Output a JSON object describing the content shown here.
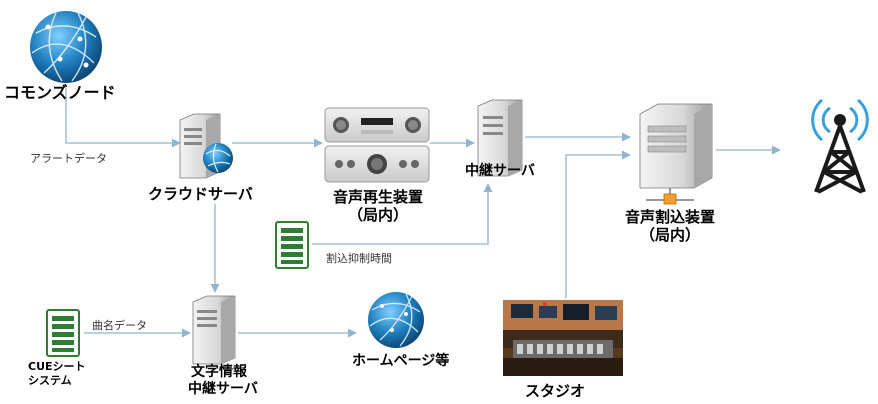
{
  "nodes": {
    "commons_node": "コモンズノード",
    "cloud_server": "クラウドサーバ",
    "audio_player": {
      "line1": "音声再生装置",
      "line2": "（局内）"
    },
    "relay_server": "中継サーバ",
    "audio_insert": {
      "line1": "音声割込装置",
      "line2": "（局内）"
    },
    "cue_sheet": {
      "line1": "CUEシート",
      "line2": "システム"
    },
    "text_relay_server": {
      "line1": "文字情報",
      "line2": "中継サーバ"
    },
    "homepage": "ホームページ等",
    "studio": "スタジオ"
  },
  "edges": {
    "alert_data": "アラートデータ",
    "insert_suppress_time": "割込抑制時間",
    "song_data": "曲名データ"
  },
  "icons": {
    "globe": "globe-icon",
    "server": "server-icon",
    "audio_device": "audio-device-icon",
    "document": "document-icon",
    "antenna": "broadcast-antenna-icon",
    "studio_photo": "studio-photo"
  },
  "colors": {
    "line": "#8fb4cf",
    "globe": "#1f7fc0",
    "doc": "#2e7d32",
    "antenna": "#1a1a1a",
    "antenna_signal": "#3aa0e0"
  }
}
